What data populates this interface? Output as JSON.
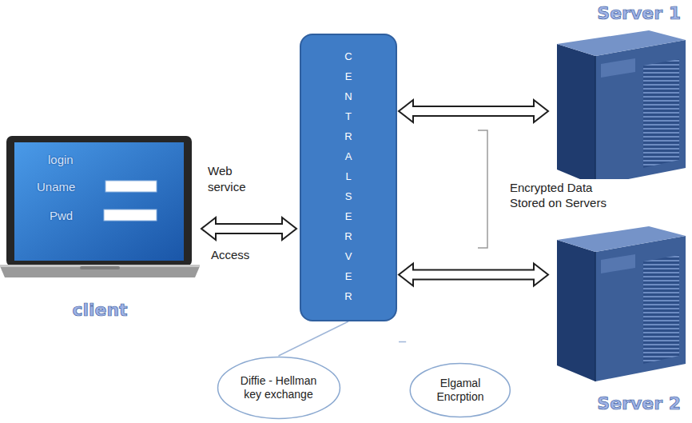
{
  "diagram": {
    "nodes": [
      {
        "text": [
          "client"
        ]
      },
      {
        "text": [
          "CENTRAL SERVER"
        ]
      },
      {
        "text": [
          "Server 1"
        ]
      },
      {
        "text": [
          "Server 2"
        ]
      },
      {
        "text": [
          "Diffie - Hellman key exchange"
        ]
      },
      {
        "text": [
          "Elgamal Encrption"
        ]
      }
    ],
    "edges": [
      {
        "from": 0,
        "to": 1,
        "label": "Web service",
        "arrow": "both"
      },
      {
        "from": 1,
        "to": 2,
        "arrow": "both"
      },
      {
        "from": 1,
        "to": 3,
        "arrow": "both"
      },
      {
        "from": 1,
        "to": 4,
        "arrow": "none"
      },
      {
        "from": 1,
        "to": 5,
        "arrow": "none"
      }
    ],
    "labels": [
      "login",
      "Uname",
      "Pwd",
      "Access",
      "Encrypted Data Stored on Servers"
    ]
  }
}
